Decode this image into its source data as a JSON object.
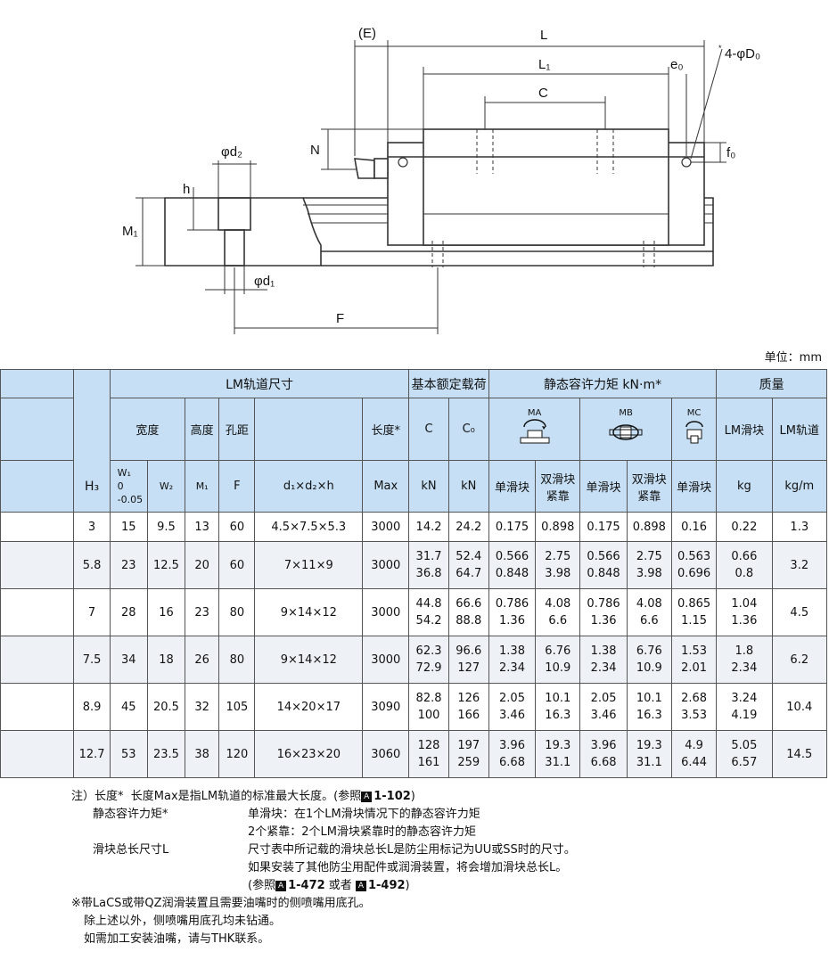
{
  "drawing": {
    "labels": {
      "E": "(E)",
      "L": "L",
      "L1": "L₁",
      "C": "C",
      "e0": "e₀",
      "D0": "4-φD₀",
      "D0_mark": "*",
      "N": "N",
      "f0": "f₀",
      "d2": "φd₂",
      "h": "h",
      "M1": "M₁",
      "d1": "φd₁",
      "F": "F"
    }
  },
  "unit": "单位：mm",
  "table": {
    "group_headers": {
      "lm_rail": "LM轨道尺寸",
      "load": "基本额定载荷",
      "moment": "静态容许力矩 kN·m*",
      "mass": "质量"
    },
    "mid_headers": {
      "width": "宽度",
      "height": "高度",
      "pitch": "孔距",
      "length": "长度*",
      "C": "C",
      "C0": "C₀",
      "MA": "MA",
      "MB": "MB",
      "MC": "MC",
      "lm_block": "LM滑块",
      "lm_rail_mass": "LM轨道"
    },
    "bottom_headers": {
      "H3": "H₃",
      "W1": "W₁",
      "W1_tol1": "0",
      "W1_tol2": "-0.05",
      "W2": "W₂",
      "M1": "M₁",
      "F": "F",
      "d": "d₁×d₂×h",
      "max": "Max",
      "kN1": "kN",
      "kN2": "kN",
      "single1": "单滑块",
      "double1": "双滑块紧靠",
      "single2": "单滑块",
      "double2": "双滑块紧靠",
      "single3": "单滑块",
      "kg": "kg",
      "kgm": "kg/m"
    },
    "rows": [
      {
        "H3": "3",
        "W1": "15",
        "W2": "9.5",
        "M1": "13",
        "F": "60",
        "d": "4.5×7.5×5.3",
        "max": "3000",
        "C": "14.2",
        "C0": "24.2",
        "MA1": "0.175",
        "MA2": "0.898",
        "MB1": "0.175",
        "MB2": "0.898",
        "MC": "0.16",
        "block": "0.22",
        "rail": "1.3"
      },
      {
        "H3": "5.8",
        "W1": "23",
        "W2": "12.5",
        "M1": "20",
        "F": "60",
        "d": "7×11×9",
        "max": "3000",
        "C": "31.7\n36.8",
        "C0": "52.4\n64.7",
        "MA1": "0.566\n0.848",
        "MA2": "2.75\n3.98",
        "MB1": "0.566\n0.848",
        "MB2": "2.75\n3.98",
        "MC": "0.563\n0.696",
        "block": "0.66\n0.8",
        "rail": "3.2"
      },
      {
        "H3": "7",
        "W1": "28",
        "W2": "16",
        "M1": "23",
        "F": "80",
        "d": "9×14×12",
        "max": "3000",
        "C": "44.8\n54.2",
        "C0": "66.6\n88.8",
        "MA1": "0.786\n1.36",
        "MA2": "4.08\n6.6",
        "MB1": "0.786\n1.36",
        "MB2": "4.08\n6.6",
        "MC": "0.865\n1.15",
        "block": "1.04\n1.36",
        "rail": "4.5"
      },
      {
        "H3": "7.5",
        "W1": "34",
        "W2": "18",
        "M1": "26",
        "F": "80",
        "d": "9×14×12",
        "max": "3000",
        "C": "62.3\n72.9",
        "C0": "96.6\n127",
        "MA1": "1.38\n2.34",
        "MA2": "6.76\n10.9",
        "MB1": "1.38\n2.34",
        "MB2": "6.76\n10.9",
        "MC": "1.53\n2.01",
        "block": "1.8\n2.34",
        "rail": "6.2"
      },
      {
        "H3": "8.9",
        "W1": "45",
        "W2": "20.5",
        "M1": "32",
        "F": "105",
        "d": "14×20×17",
        "max": "3090",
        "C": "82.8\n100",
        "C0": "126\n166",
        "MA1": "2.05\n3.46",
        "MA2": "10.1\n16.3",
        "MB1": "2.05\n3.46",
        "MB2": "10.1\n16.3",
        "MC": "2.68\n3.53",
        "block": "3.24\n4.19",
        "rail": "10.4"
      },
      {
        "H3": "12.7",
        "W1": "53",
        "W2": "23.5",
        "M1": "38",
        "F": "120",
        "d": "16×23×20",
        "max": "3060",
        "C": "128\n161",
        "C0": "197\n259",
        "MA1": "3.96\n6.68",
        "MA2": "19.3\n31.1",
        "MB1": "3.96\n6.68",
        "MB2": "19.3\n31.1",
        "MC": "4.9\n6.44",
        "block": "5.05\n6.57",
        "rail": "14.5"
      }
    ]
  },
  "notes": {
    "n1_prefix": "注）长度*",
    "n1_text": "长度Max是指LM轨道的标准最大长度。(参照",
    "n1_ref": "1-102",
    "n1_close": ")",
    "n2_label": "静态容许力矩*",
    "n2_line1": "单滑块：在1个LM滑块情况下的静态容许力矩",
    "n2_line2": "2个紧靠：2个LM滑块紧靠时的静态容许力矩",
    "n3_label": "滑块总长尺寸L",
    "n3_line1": "尺寸表中所记载的滑块总长L是防尘用标记为UU或SS时的尺寸。",
    "n3_line2": "如果安装了其他防尘用配件或润滑装置，将会增加滑块总长L。",
    "n3_ref_open": "(参照",
    "n3_ref1": "1-472",
    "n3_or": "或者",
    "n3_ref2": "1-492",
    "n3_ref_close": ")",
    "n4_line1": "※带LaCS或带QZ润滑装置且需要油嘴时的侧喷嘴用底孔。",
    "n4_line2": "除上述以外，侧喷嘴用底孔均未钻通。",
    "n4_line3": "如需加工安装油嘴，请与THK联系。",
    "ref_badge": "A"
  }
}
